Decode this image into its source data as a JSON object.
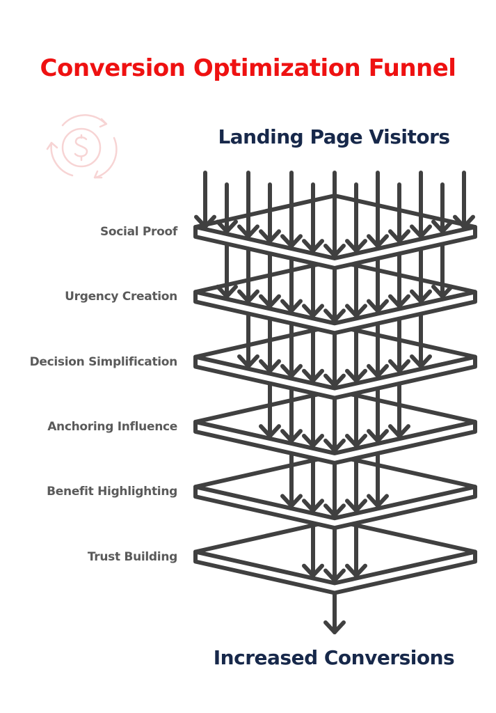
{
  "title": "Conversion Optimization Funnel",
  "top_label": "Landing Page Visitors",
  "bottom_label": "Increased Conversions",
  "stages": [
    {
      "label": "Social Proof",
      "arrows_in": 13
    },
    {
      "label": "Urgency Creation",
      "arrows_in": 11
    },
    {
      "label": "Decision Simplification",
      "arrows_in": 9
    },
    {
      "label": "Anchoring Influence",
      "arrows_in": 7
    },
    {
      "label": "Benefit Highlighting",
      "arrows_in": 5
    },
    {
      "label": "Trust Building",
      "arrows_in": 3
    }
  ],
  "output_arrows": 1,
  "icons": {
    "background": "dollar-cycle-icon",
    "flow": "arrow-down-icon",
    "layer": "filter-layer-icon"
  },
  "colors": {
    "title": "#ee1111",
    "heading": "#17284a",
    "stage_label": "#5a5a5a",
    "stroke": "#404040",
    "icon": "#f7d4d4"
  }
}
